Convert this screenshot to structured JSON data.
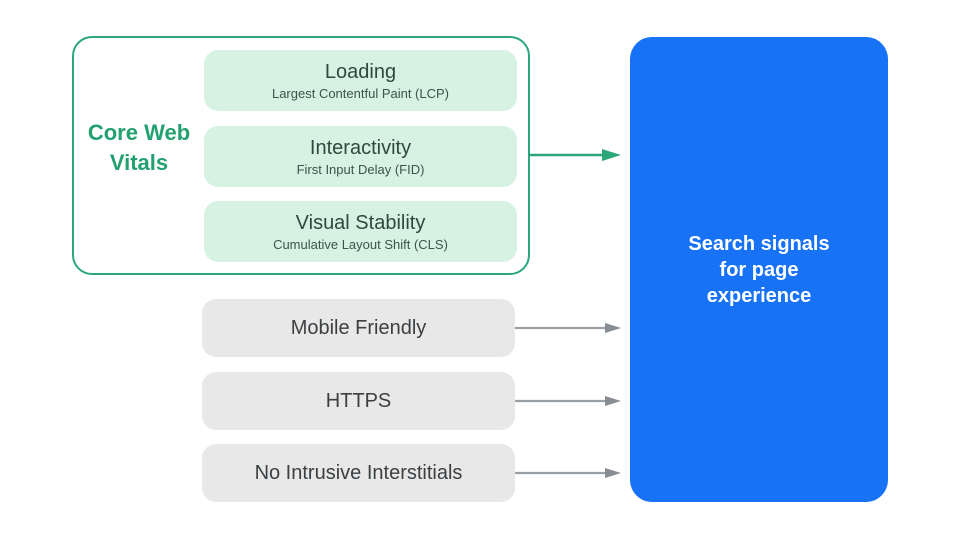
{
  "diagram": {
    "core_web_vitals": {
      "label": "Core Web Vitals",
      "items": [
        {
          "title": "Loading",
          "subtitle": "Largest Contentful Paint (LCP)"
        },
        {
          "title": "Interactivity",
          "subtitle": "First Input Delay (FID)"
        },
        {
          "title": "Visual Stability",
          "subtitle": "Cumulative Layout Shift (CLS)"
        }
      ]
    },
    "other_signals": [
      {
        "label": "Mobile Friendly"
      },
      {
        "label": "HTTPS"
      },
      {
        "label": "No Intrusive Interstitials"
      }
    ],
    "result": {
      "label": "Search signals for page experience"
    }
  },
  "colors": {
    "green_accent": "#23A06F",
    "green_border": "#2BA77A",
    "mint_fill": "#D7F2E3",
    "vital_title_text": "#2E4A40",
    "vital_subtitle_text": "#3A564C",
    "gray_fill": "#E8E8E8",
    "gray_text": "#3C4043",
    "arrow_gray": "#9AA0A6",
    "arrow_gray_head": "#878D92",
    "blue_fill": "#1772F6",
    "blue_text": "#FFFFFF",
    "bg": "#FFFFFF"
  }
}
